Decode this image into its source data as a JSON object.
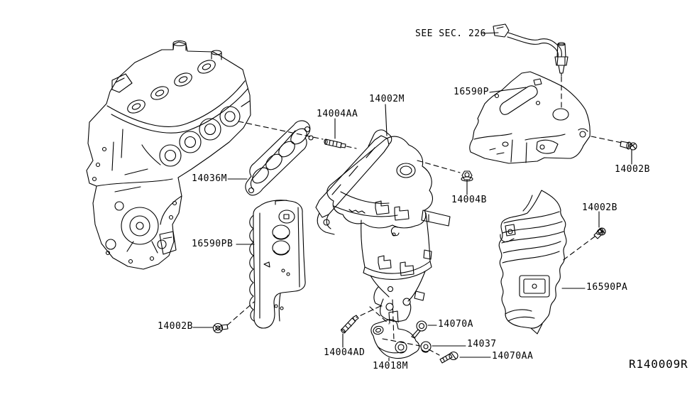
{
  "diagram": {
    "note_see_sec": "SEE SEC. 226",
    "reference_code": "R140009R",
    "colors": {
      "line": "#000000",
      "background": "#ffffff"
    },
    "labels": {
      "l16590P": "16590P",
      "l14002M": "14002M",
      "l14004AA": "14004AA",
      "l14036M": "14036M",
      "l14004B": "14004B",
      "l14002B_top_right": "14002B",
      "l14002B_mid_right": "14002B",
      "l14002B_bottom_left": "14002B",
      "l16590PA": "16590PA",
      "l16590PB": "16590PB",
      "l14004AD": "14004AD",
      "l14018M": "14018M",
      "l14070A": "14070A",
      "l14037": "14037",
      "l14070AA": "14070AA"
    }
  }
}
